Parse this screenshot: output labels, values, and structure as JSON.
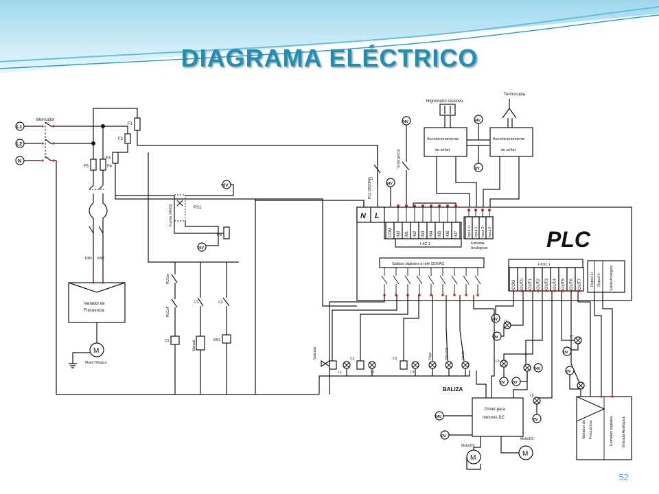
{
  "slide": {
    "title": "DIAGRAMA ELÉCTRICO",
    "page_number": "52",
    "accent_color": "#1c8fb6"
  },
  "diagram": {
    "plc": {
      "title": "PLC",
      "n_label": "N",
      "l_label": "L",
      "inputs": [
        "COM",
        "IN0",
        "IN1",
        "IN2",
        "IN3",
        "IN4",
        "IN5",
        "IN6",
        "IN7"
      ],
      "analog_inputs": [
        "Input 1+",
        "Input 1-",
        "Input 2+",
        "Input 2-"
      ],
      "input_module": "I-IIC 1",
      "analog_inputs_caption_1": "Entradas",
      "analog_inputs_caption_2": "Analógicas",
      "relay_outputs_caption": "Salidas digitales a relé 110VAC",
      "output_module": "I-IOC 1",
      "outputs": [
        "COM",
        "OUT0",
        "OUT1",
        "OUT2",
        "OUT3",
        "OUT4",
        "OUT5",
        "OUT6",
        "OUT7"
      ],
      "analog_outputs": [
        "Output 1+",
        "Output 2-"
      ],
      "analog_outputs_caption": "Salida Analógica"
    },
    "labels": {
      "line_l1": "L1",
      "line_l2": "L2",
      "line_n": "N",
      "main_switch": "Interruptor",
      "f1": "F1",
      "f2": "F2",
      "f3": "F3",
      "f5": "F5",
      "f4": "F4",
      "f6": "F6",
      "km1_a": "KM1",
      "km1_b": "KM1",
      "power_supply": "Fuente 24VDC",
      "ps1": "PS1",
      "vfd_1": "Variador de",
      "vfd_2": "Frecuencia",
      "motor_3ph": "MotorTrifasico",
      "motor_symbol": "M",
      "hygrometer": "Higrómetro resistivo",
      "thermocouple": "Termocupla",
      "cond_1a": "Acondicionamiento",
      "cond_1b": "de señal",
      "cond_2a": "Acondicionamiento",
      "cond_2b": "de señal",
      "plc_onoff": "PLC ON/OFF",
      "emergency": "Emergencia",
      "c1": "C1",
      "c2": "C2",
      "c3": "C3",
      "plc_on": "PLCon",
      "plc_off": "PLCoff",
      "c1_coil": "C1",
      "manual": "Manual",
      "km1_coil": "KM1",
      "solenoid_valve": "Valvulas",
      "lamp_l1": "L1",
      "lamp_l2": "L2",
      "lamp_l3": "L3",
      "lamp_l4": "L4",
      "lamp_l5": "L5",
      "lamp_l6": "L6",
      "lamp_l7": "L7",
      "beacon_red": "Rojo",
      "beacon_orange": "Naranja",
      "beacon_green": "Verde",
      "beacon": "BALIZA",
      "dc_driver_1": "Driver para",
      "dc_driver_2": "motores DC",
      "motor_dc_a": "MotorDC",
      "motor_dc_b": "MotorDC",
      "vfd2_1": "Variador de",
      "vfd2_2": "Frecuencia",
      "vfd2_inputs": "Entradas digitales",
      "vfd2_analog": "Entrada Analógica",
      "zero_volt": "0V",
      "twentyfour_volt": "24V"
    }
  }
}
